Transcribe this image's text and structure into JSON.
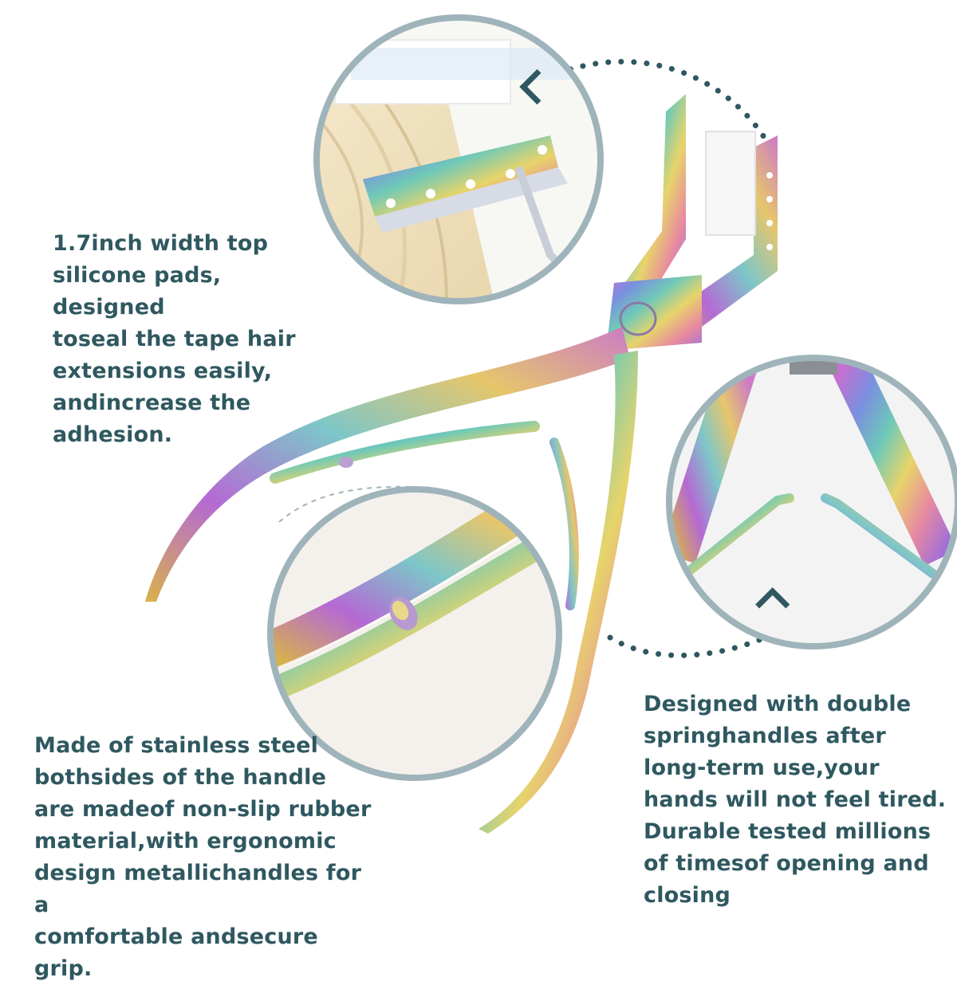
{
  "captions": {
    "top_left": "1.7inch width top\nsilicone pads, designed\ntoseal the tape hair\nextensions easily,\nandincrease the\nadhesion.",
    "bottom_left": "Made of stainless steel\nbothsides of the handle\nare madeof non-slip rubber\nmaterial,with ergonomic\ndesign metallichandles for a\ncomfortable andsecure grip.",
    "bottom_right": "Designed with double\nspringhandles after\nlong-term use,your\nhands will not feel tired.\nDurable tested millions\nof timesof opening and\nclosing"
  },
  "colors": {
    "text": "#2f5860",
    "ring": "#9fb4ba",
    "dots": "#2f5860",
    "background": "#ffffff"
  },
  "icons": {
    "pliers": "rainbow-tape-extension-pliers-icon",
    "zoom_pad": "silicone-pad-closeup",
    "zoom_handle": "handle-rivet-closeup",
    "zoom_spring": "double-spring-closeup"
  }
}
